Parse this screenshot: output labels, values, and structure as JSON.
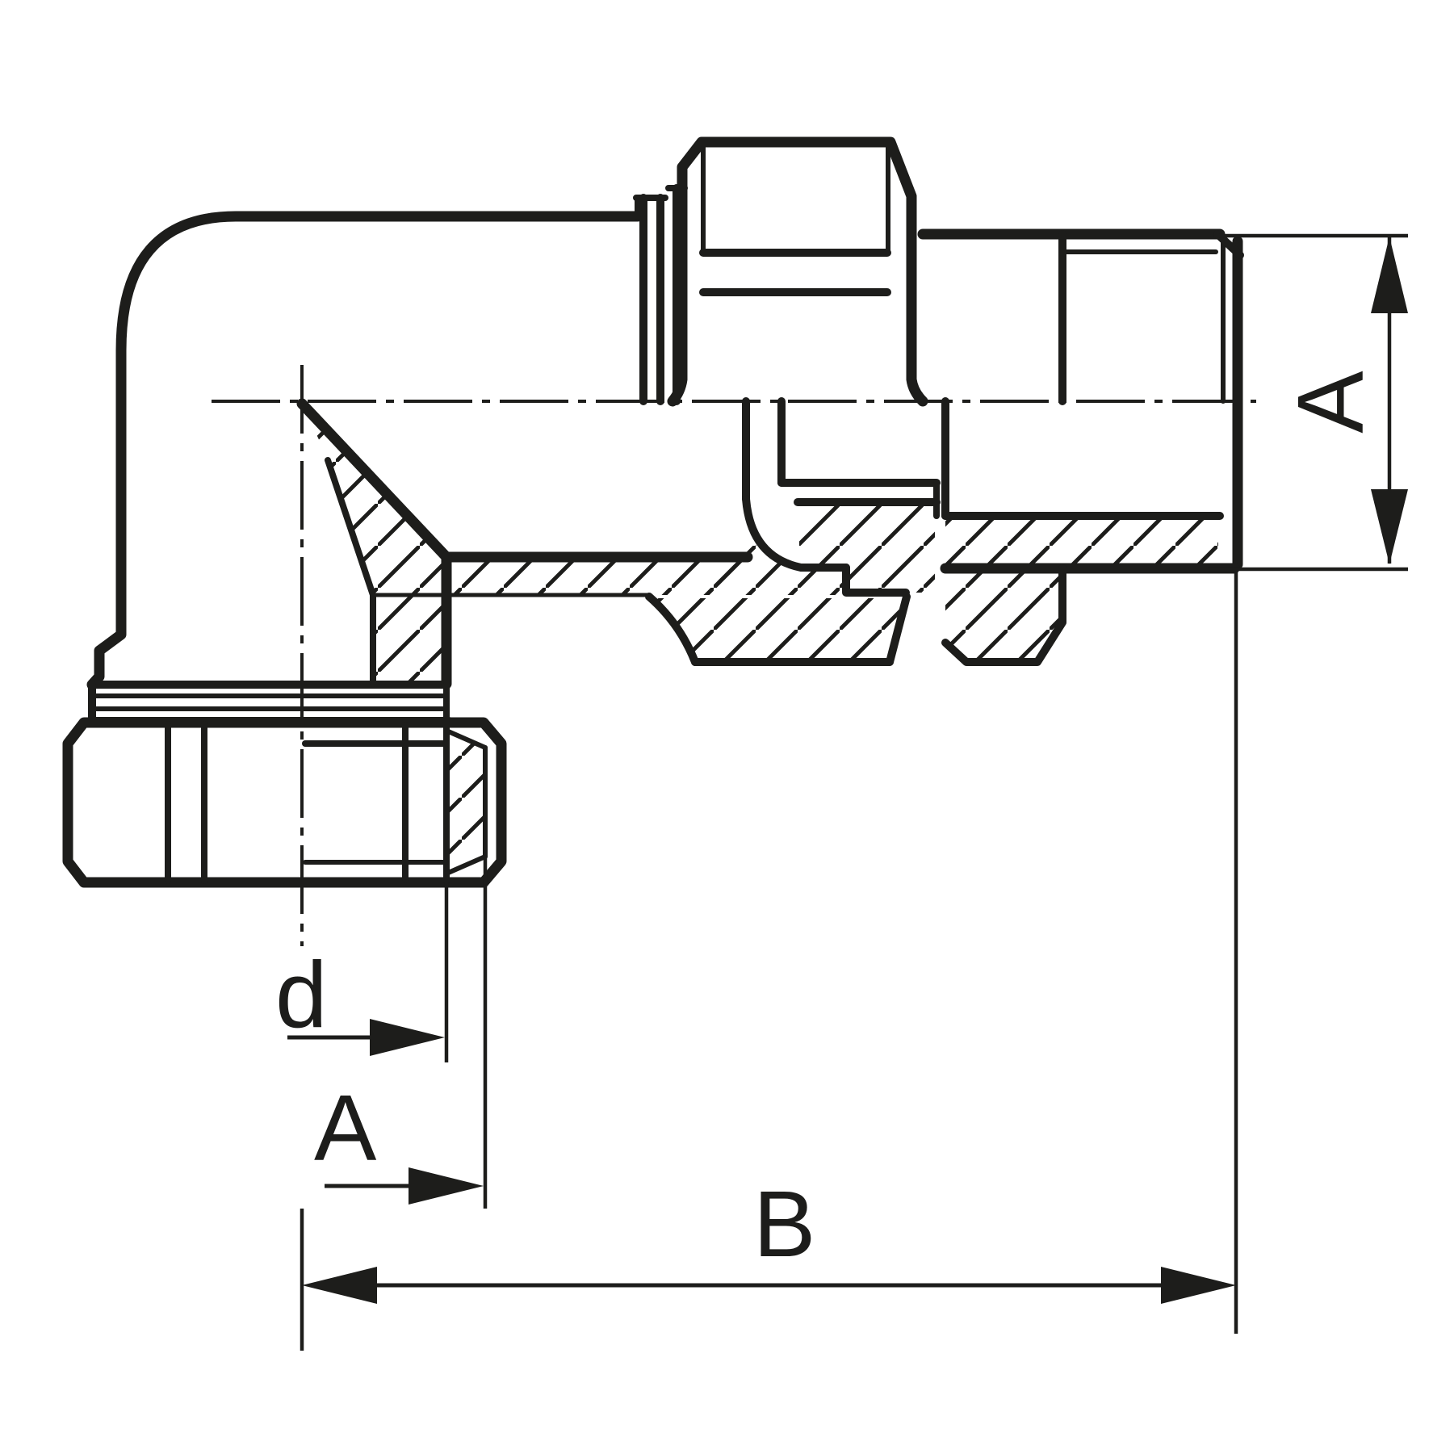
{
  "drawing": {
    "type": "technical-drawing",
    "subject": "90-degree elbow union pipe fitting, half-section view",
    "background": "#ffffff",
    "line_color": "#1d1d1b",
    "labels": {
      "height_a": "A",
      "diameter_d": "d",
      "width_a": "A",
      "length_b": "B"
    }
  }
}
